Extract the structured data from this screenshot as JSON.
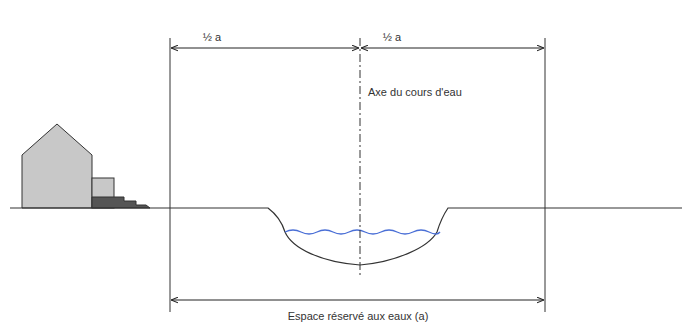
{
  "diagram": {
    "labels": [
      "½ a",
      "½ a",
      "Axe du cours d'eau",
      "Espace réservé aux eaux (a)"
    ]
  }
}
